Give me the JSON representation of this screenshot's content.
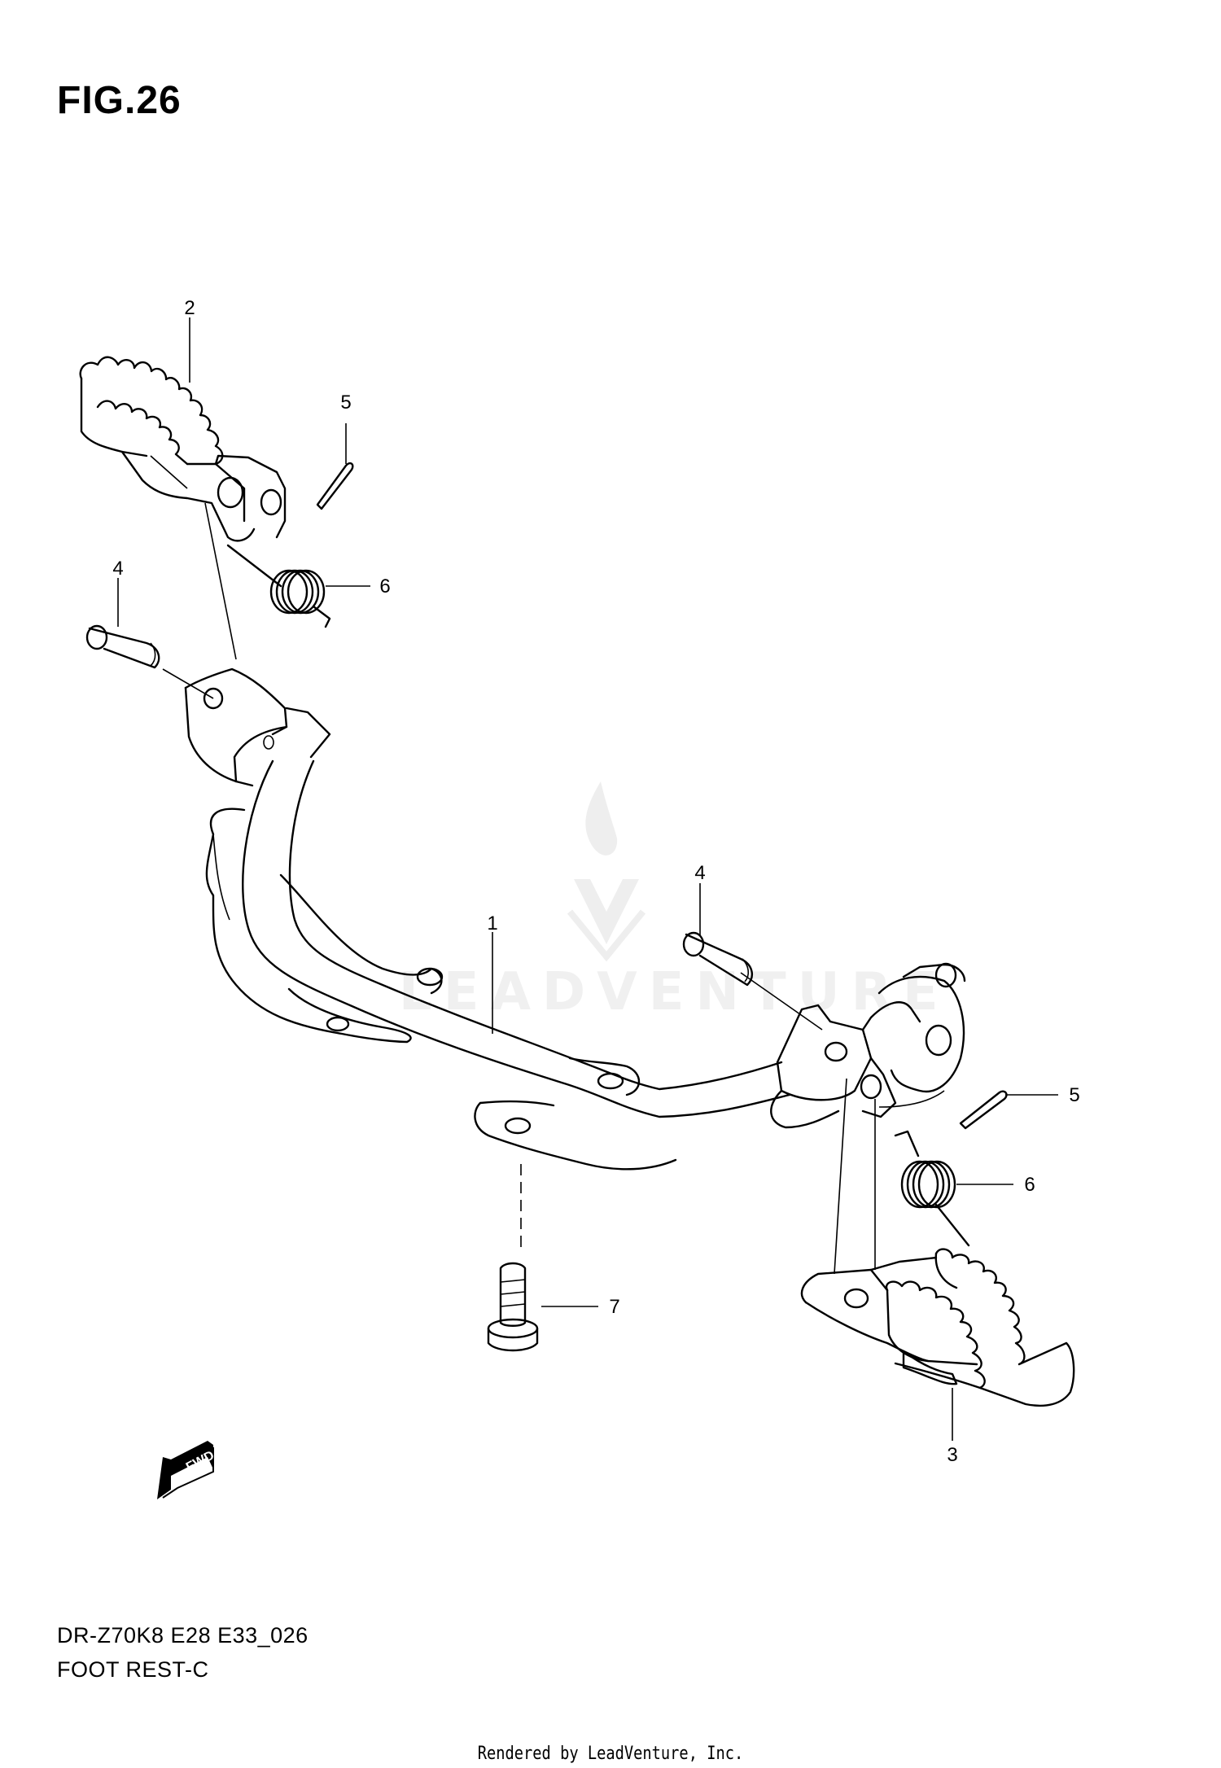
{
  "figure": {
    "title": "FIG.26",
    "model_code": "DR-Z70K8 E28 E33_026",
    "section_name": "FOOT REST-C"
  },
  "callouts": [
    {
      "id": "callout-1",
      "label": "1"
    },
    {
      "id": "callout-2",
      "label": "2"
    },
    {
      "id": "callout-3",
      "label": "3"
    },
    {
      "id": "callout-4-left",
      "label": "4"
    },
    {
      "id": "callout-4-right",
      "label": "4"
    },
    {
      "id": "callout-5-left",
      "label": "5"
    },
    {
      "id": "callout-5-right",
      "label": "5"
    },
    {
      "id": "callout-6-left",
      "label": "6"
    },
    {
      "id": "callout-6-right",
      "label": "6"
    },
    {
      "id": "callout-7",
      "label": "7"
    }
  ],
  "direction_marker": "FWD",
  "watermark": "LEADVENTURE",
  "footer": {
    "rendered_by": "Rendered by LeadVenture, Inc."
  }
}
